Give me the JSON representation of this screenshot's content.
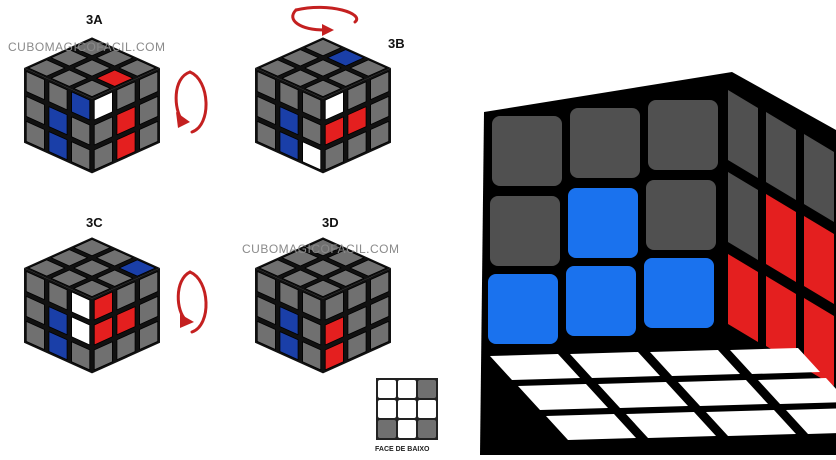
{
  "labels": {
    "a": "3A",
    "b": "3B",
    "c": "3C",
    "d": "3D"
  },
  "watermark": "CUBOMAGICOFACIL.COM",
  "bottom_face_caption": "FACE DE BAIXO",
  "colors": {
    "gray": "#707070",
    "dark_gray": "#505050",
    "blue": "#1a3fa8",
    "bright_blue": "#1a72ee",
    "red": "#e41f1f",
    "white": "#ffffff",
    "outline": "#111111",
    "arrow": "#c42020"
  },
  "cubes": {
    "a": {
      "top": [
        "g",
        "g",
        "g",
        "g",
        "g",
        "g",
        "g",
        "r",
        "g"
      ],
      "left": [
        "g",
        "g",
        "b",
        "g",
        "b",
        "g",
        "g",
        "b",
        "g"
      ],
      "right": [
        "w",
        "g",
        "g",
        "g",
        "r",
        "g",
        "g",
        "r",
        "g"
      ]
    },
    "b": {
      "top": [
        "g",
        "g",
        "g",
        "g",
        "g",
        "b",
        "g",
        "g",
        "g"
      ],
      "left": [
        "g",
        "g",
        "g",
        "g",
        "b",
        "g",
        "g",
        "b",
        "w"
      ],
      "right": [
        "w",
        "g",
        "g",
        "r",
        "r",
        "g",
        "g",
        "g",
        "g"
      ]
    },
    "c": {
      "top": [
        "g",
        "g",
        "g",
        "g",
        "g",
        "g",
        "g",
        "g",
        "b"
      ],
      "left": [
        "g",
        "g",
        "w",
        "g",
        "b",
        "w",
        "g",
        "b",
        "g"
      ],
      "right": [
        "r",
        "g",
        "g",
        "r",
        "r",
        "g",
        "g",
        "g",
        "g"
      ]
    },
    "d": {
      "top": [
        "g",
        "g",
        "g",
        "g",
        "g",
        "g",
        "g",
        "g",
        "g"
      ],
      "left": [
        "g",
        "g",
        "g",
        "g",
        "b",
        "g",
        "g",
        "b",
        "g"
      ],
      "right": [
        "g",
        "g",
        "g",
        "r",
        "g",
        "g",
        "r",
        "g",
        "g"
      ]
    }
  },
  "bottom_face": [
    "w",
    "w",
    "g",
    "w",
    "w",
    "w",
    "g",
    "w",
    "g"
  ]
}
